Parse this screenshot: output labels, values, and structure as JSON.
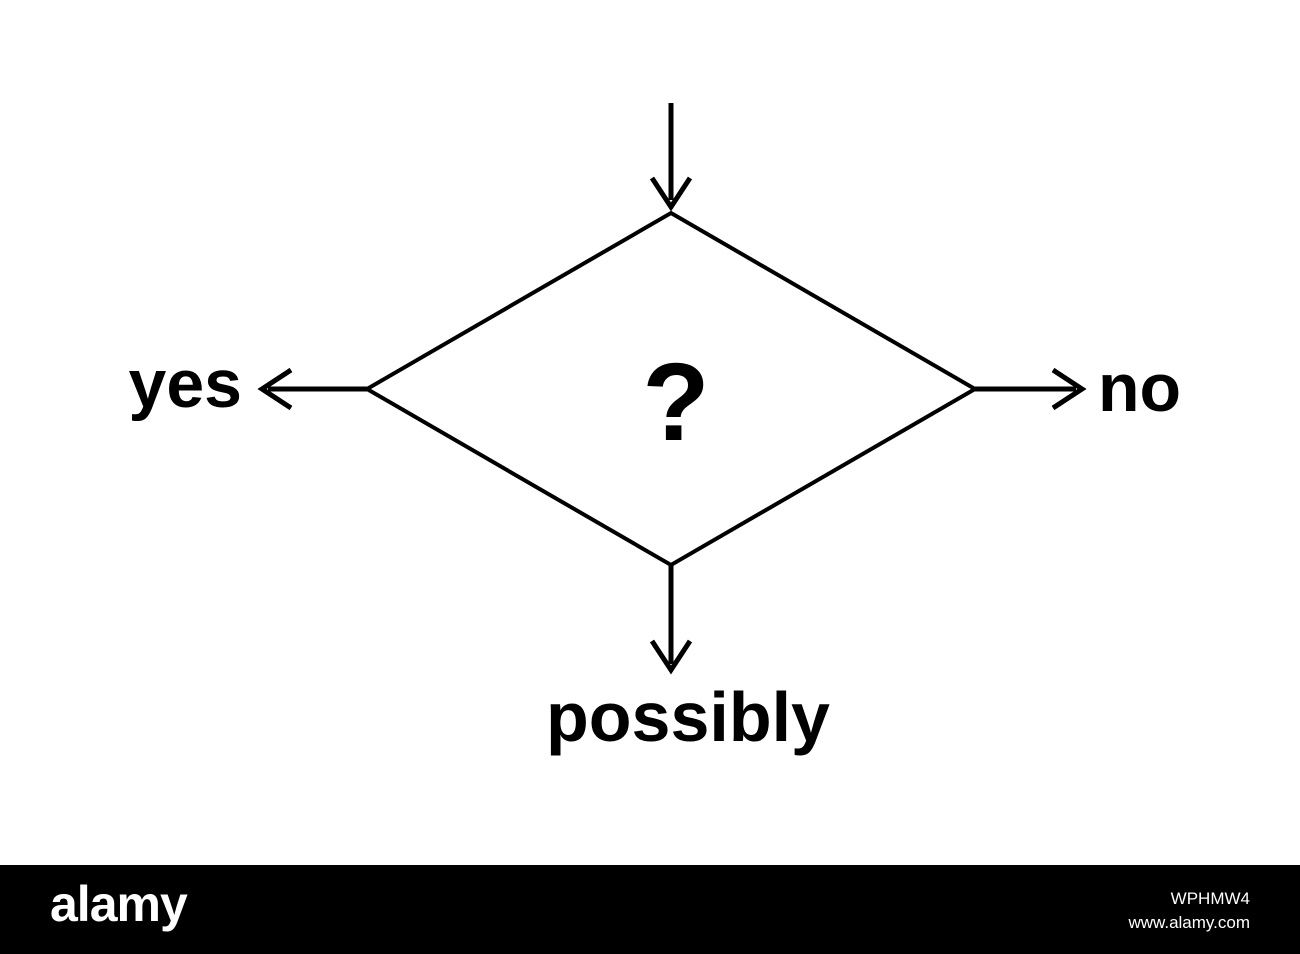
{
  "diagram": {
    "decision_symbol": "?",
    "branches": {
      "left": "yes",
      "right": "no",
      "bottom": "possibly"
    },
    "stroke_color": "#000000",
    "background_color": "#ffffff"
  },
  "watermark": {
    "brand": "alamy",
    "image_id": "WPHMW4",
    "site": "www.alamy.com"
  }
}
